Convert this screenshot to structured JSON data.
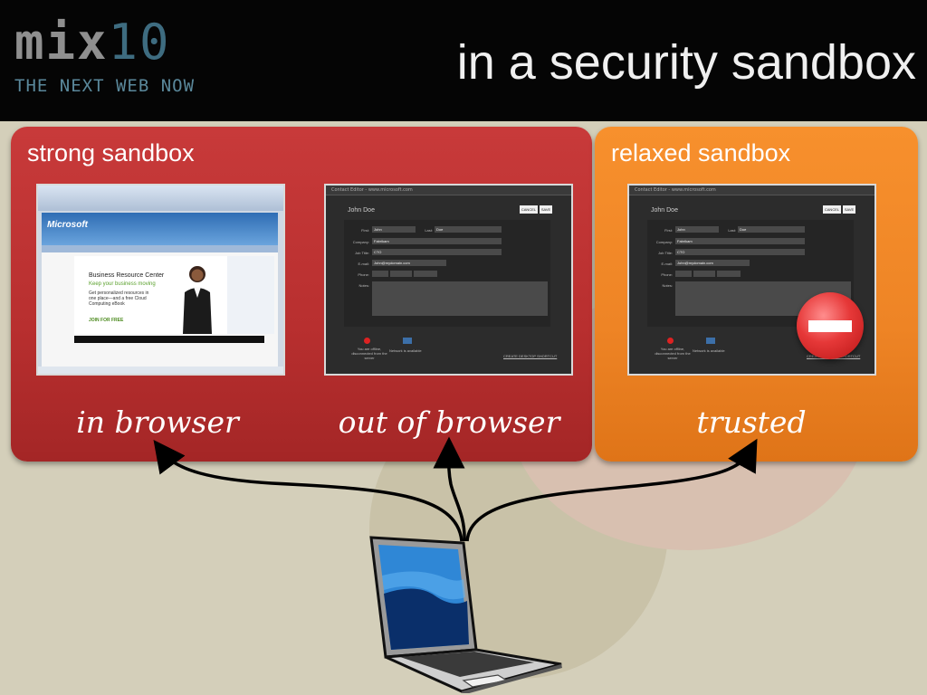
{
  "header": {
    "logo_mark": "mix",
    "logo_number": "10",
    "logo_tagline": "THE NEXT WEB NOW",
    "title": "in a security sandbox"
  },
  "panels": {
    "strong": {
      "title": "strong sandbox",
      "labels": [
        "in browser",
        "out of browser"
      ],
      "color": "#c13535"
    },
    "relaxed": {
      "title": "relaxed sandbox",
      "labels": [
        "trusted"
      ],
      "color": "#f18a28"
    }
  },
  "browser_screenshot": {
    "brand": "Microsoft",
    "promo_heading": "Business Resource Center",
    "promo_tagline": "Keep your business moving",
    "promo_body": "Get personalized resources in one place—and a free Cloud Computing eBook",
    "promo_cta": "JOIN FOR FREE"
  },
  "contact_editor": {
    "window_title": "Contact Editor - www.microsoft.com",
    "name": "John Doe",
    "buttons": [
      "CANCEL",
      "SAVE"
    ],
    "fields": [
      {
        "label": "First:",
        "value": "John"
      },
      {
        "label": "Last:",
        "value": "Doe"
      },
      {
        "label": "Company:",
        "value": "Fabrikam"
      },
      {
        "label": "Job Title:",
        "value": "CTO"
      },
      {
        "label": "E-mail:",
        "value": "John@mydomain.com"
      },
      {
        "label": "Phone:",
        "value": ""
      },
      {
        "label": "Notes:",
        "value": ""
      }
    ],
    "offline_text": "You are offline, disconnected from the server",
    "network_text": "Network is available",
    "shortcut_text": "CREATE DESKTOP SHORTCUT"
  },
  "icons": [
    "stop-sign-icon",
    "laptop-icon",
    "arrow-icon"
  ],
  "colors": {
    "background": "#d4cfba",
    "header": "#050505",
    "strong_panel": "#c13535",
    "relaxed_panel": "#f18a28",
    "logo_accent": "#3e6c80"
  }
}
